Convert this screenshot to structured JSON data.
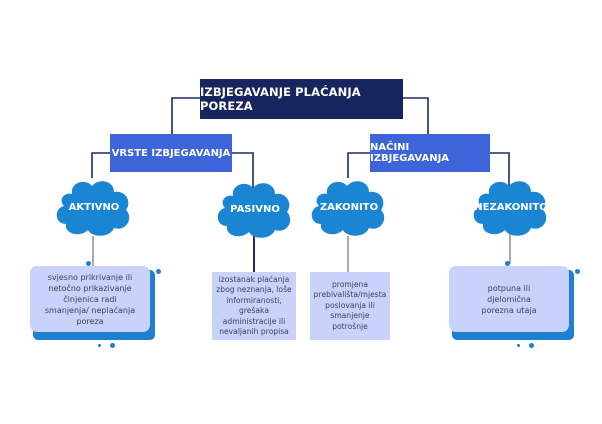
{
  "diagram": {
    "root": {
      "label": "IZBJEGAVANJE PLAĆANJA POREZA"
    },
    "categories": [
      {
        "label": "VRSTE IZBJEGAVANJA"
      },
      {
        "label": "NAČINI IZBJEGAVANJA"
      }
    ],
    "types": [
      {
        "label": "AKTIVNO",
        "description": "svjesno prikrivanje ili netočno prikazivanje činjenica radi smanjenja/ neplaćanja poreza"
      },
      {
        "label": "PASIVNO",
        "description": "izostanak plaćanja zbog neznanja, loše informiranosti, grešaka administracije ili nevaljanih propisa"
      },
      {
        "label": "ZAKONITO",
        "description": "promjena prebivališta/mjesta poslovanja ili smanjenje potrošnje"
      },
      {
        "label": "NEZAKONITO",
        "description": "potpuna ili djelomična porezna utaja"
      }
    ],
    "colors": {
      "root_fill": "#16255e",
      "category_fill": "#3d64d8",
      "cloud_fill": "#1a86d3",
      "description_fill": "#c8d2fb",
      "connector": "#1d2a66"
    }
  }
}
